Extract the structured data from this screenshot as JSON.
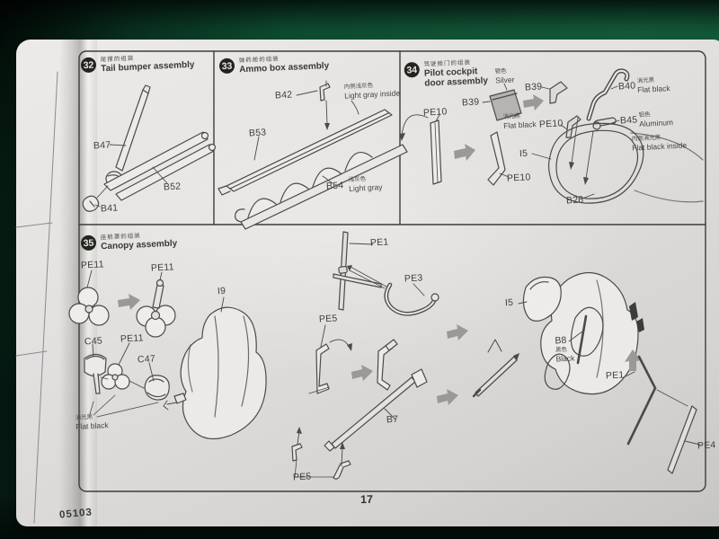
{
  "footer": {
    "page_number": "17",
    "kit_number": "05103"
  },
  "steps": [
    {
      "num": "32",
      "cn": "尾撑的组装",
      "en": "Tail bumper assembly"
    },
    {
      "num": "33",
      "cn": "弹药舱的组装",
      "en": "Ammo box assembly"
    },
    {
      "num": "34",
      "cn": "驾驶舱门的组装",
      "en": "Pilot cockpit door assembly"
    },
    {
      "num": "35",
      "cn": "座舱罩的组装",
      "en": "Canopy assembly"
    }
  ],
  "labels": {
    "s32": {
      "b47": "B47",
      "b52": "B52",
      "b41": "B41"
    },
    "s33": {
      "b42": "B42",
      "b53": "B53",
      "b54": "B54",
      "inside_cn": "内侧浅灰色",
      "inside_en": "Light gray inside",
      "gray_cn": "浅灰色",
      "gray_en": "Light gray"
    },
    "s34": {
      "pe10_fold": "PE10",
      "b39_flat": "B39",
      "silver_cn": "银色",
      "silver_en": "Silver",
      "flat_cn": "消光黑",
      "flat_en": "Flat black",
      "b39_folded": "B39",
      "pe10_mid": "PE10",
      "b40": "B40",
      "b40_cn": "消光黑",
      "b40_en": "Flat black",
      "b45": "B45",
      "b45_cn": "铝色",
      "b45_en": "Aluminum",
      "i5": "I5",
      "pe10_door": "PE10",
      "b26": "B26",
      "inside_cn": "内侧消光黑",
      "inside_en": "Flat black inside"
    },
    "s35": {
      "pe11_a": "PE11",
      "pe11_b": "PE11",
      "pe11_c": "PE11",
      "c45": "C45",
      "c47": "C47",
      "flat_cn": "消光黑",
      "flat_en": "Flat black",
      "i9": "I9",
      "pe1_top": "PE1",
      "pe3": "PE3",
      "pe5_top": "PE5",
      "pe5_bottom": "PE5",
      "b7": "B7",
      "i5": "I5",
      "b8": "B8",
      "b8_cn": "黑色",
      "b8_en": "Black",
      "pe1_right": "PE1",
      "pe4": "PE4"
    }
  },
  "colors": {
    "mat_green": "#16794c",
    "paper": "#e3e1df",
    "print": "#3d3d3f",
    "arrow_gray": "#9a9995",
    "silver_part": "#b5b4b2"
  }
}
